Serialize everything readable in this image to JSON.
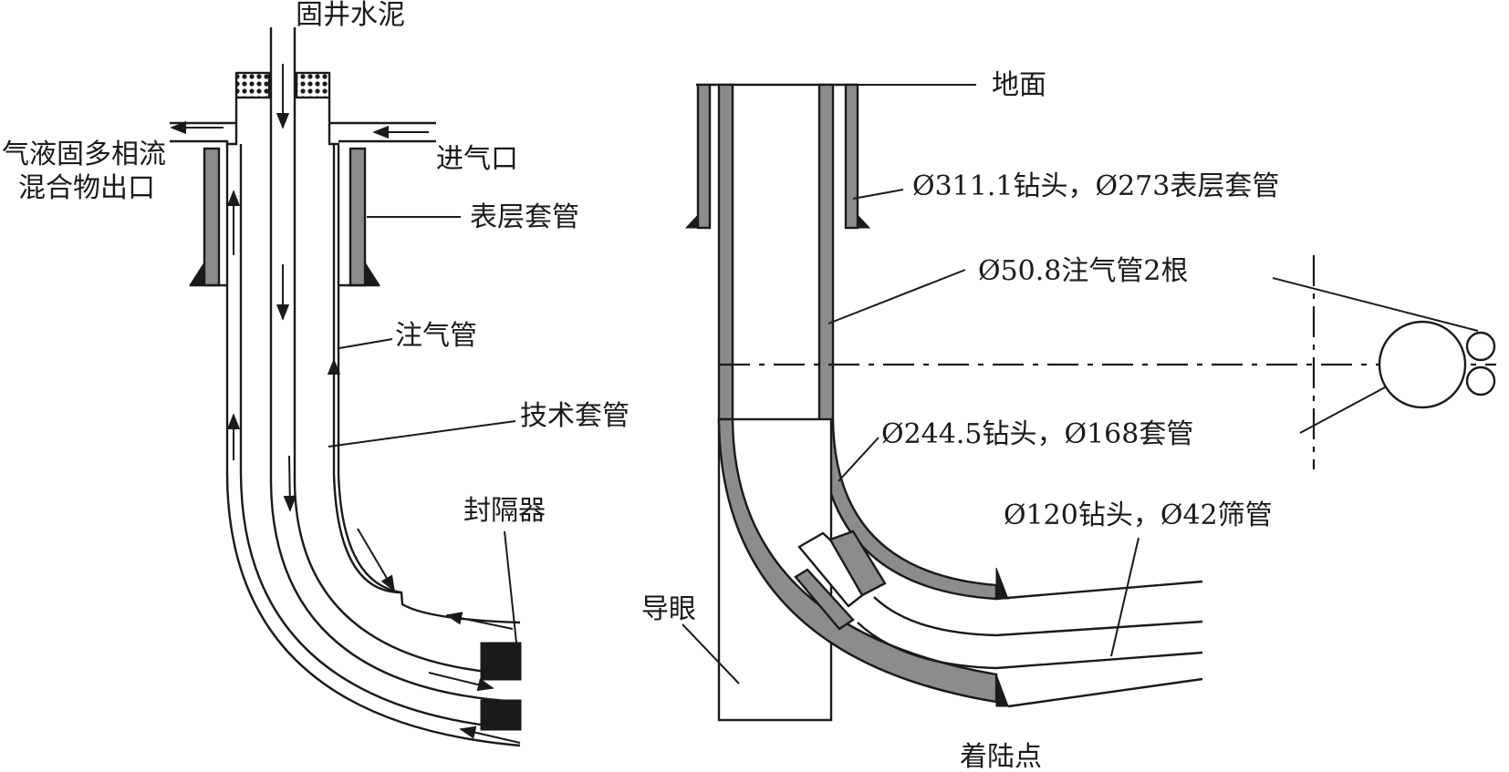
{
  "left_diagram": {
    "labels": {
      "cement": "固井水泥",
      "outlet_line1": "气液固多相流",
      "outlet_line2": "混合物出口",
      "inlet": "进气口",
      "surface_casing": "表层套管",
      "injection_pipe": "注气管",
      "technical_casing": "技术套管",
      "packer": "封隔器"
    }
  },
  "right_diagram": {
    "labels": {
      "ground": "地面",
      "bit_311": "Ø311.1钻头，Ø273表层套管",
      "injection_pipes": "Ø50.8注气管2根",
      "bit_244": "Ø244.5钻头，Ø168套管",
      "bit_120": "Ø120钻头，Ø42筛管",
      "pilot_hole": "导眼",
      "landing_point": "着陆点"
    }
  },
  "colors": {
    "line": "#1a1a1a",
    "casing_wall": "#8c8c8c",
    "cement_pattern": "#1a1a1a",
    "background": "#ffffff"
  }
}
